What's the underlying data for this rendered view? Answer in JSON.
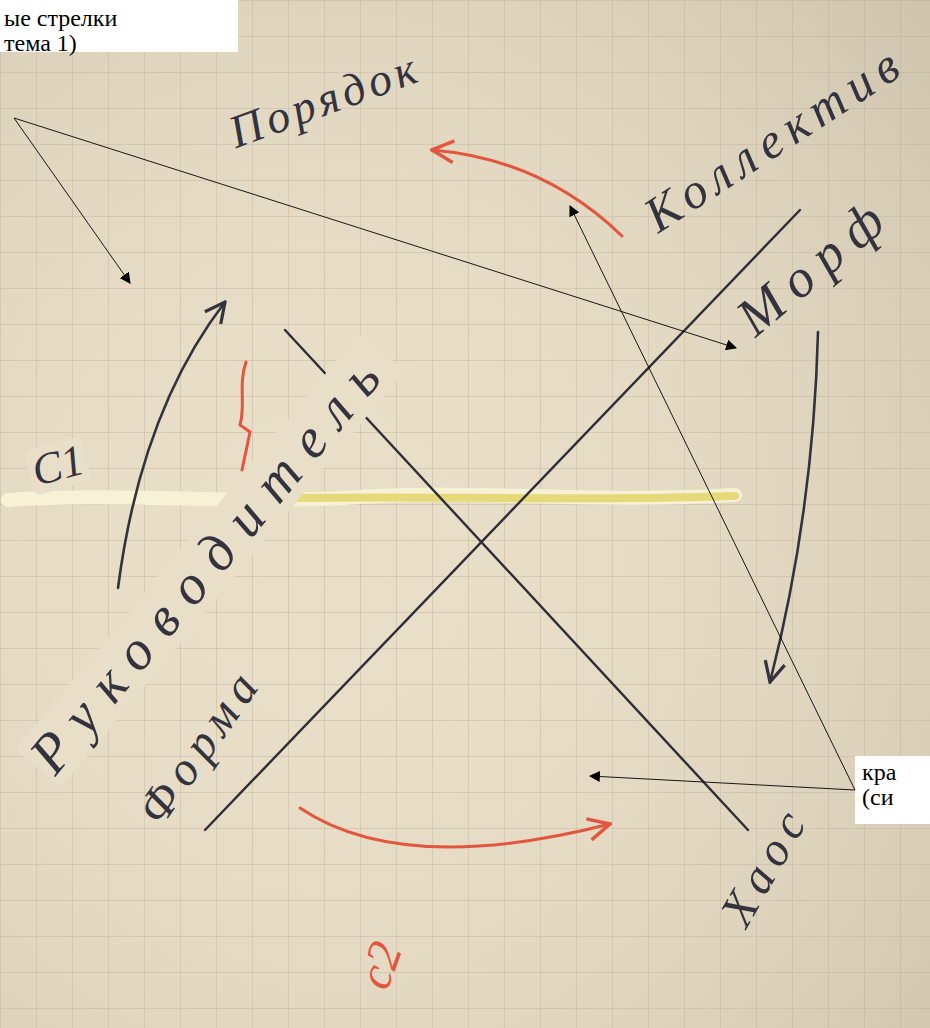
{
  "diagram": {
    "labels": [
      "ые стрелки тема 1)",
      "Порядок",
      "Коллектив",
      "Морф",
      "C1",
      "Руководитель",
      "Форма",
      "кра (си",
      "Хаос",
      "c2"
    ]
  }
}
